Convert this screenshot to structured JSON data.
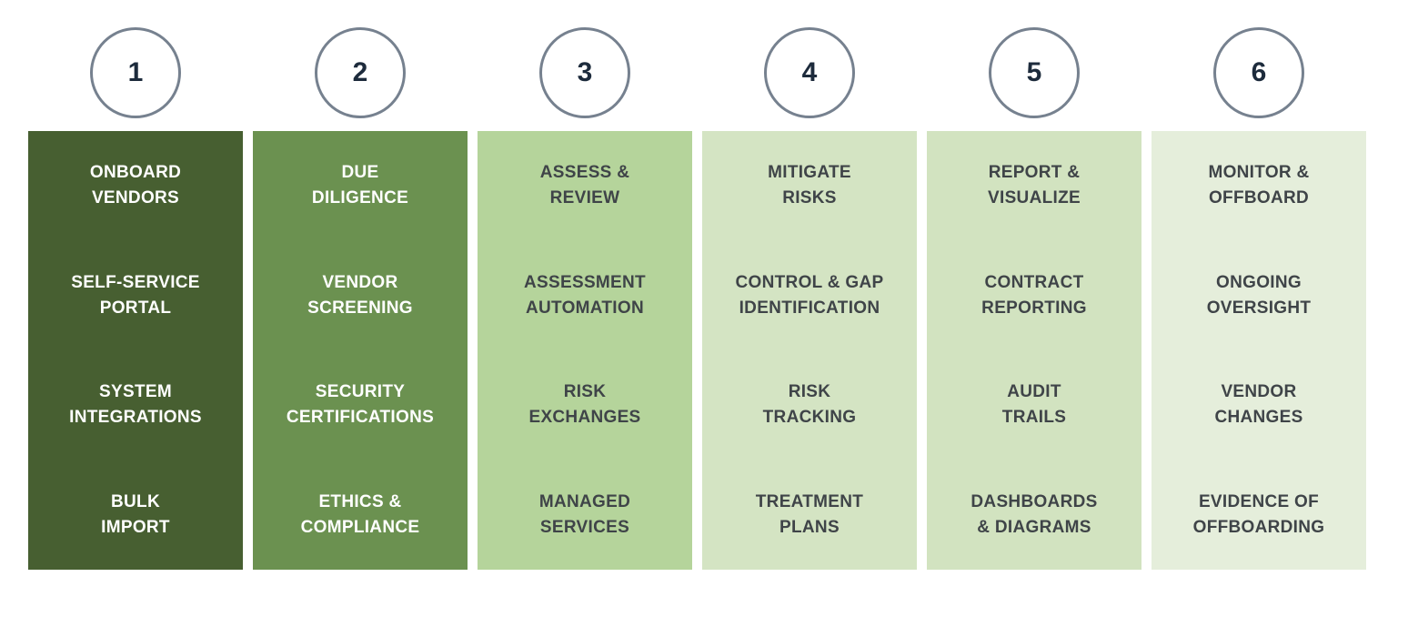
{
  "diagram": {
    "description": "Six-stage vendor risk management process diagram",
    "circle_border_color": "#76818F",
    "circle_fill_color": "#FFFFFF",
    "number_color": "#1D2B3C",
    "stages": [
      {
        "number": "1",
        "bg_color": "#475F31",
        "text_color": "#FFFFFF",
        "title": "ONBOARD\nVENDORS",
        "items": [
          "SELF-SERVICE\nPORTAL",
          "SYSTEM\nINTEGRATIONS",
          "BULK\nIMPORT"
        ]
      },
      {
        "number": "2",
        "bg_color": "#6B9150",
        "text_color": "#FFFFFF",
        "title": "DUE\nDILIGENCE",
        "items": [
          "VENDOR\nSCREENING",
          "SECURITY\nCERTIFICATIONS",
          "ETHICS &\nCOMPLIANCE"
        ]
      },
      {
        "number": "3",
        "bg_color": "#B5D49B",
        "text_color": "#3F4448",
        "title": "ASSESS &\nREVIEW",
        "items": [
          "ASSESSMENT\nAUTOMATION",
          "RISK\nEXCHANGES",
          "MANAGED\nSERVICES"
        ]
      },
      {
        "number": "4",
        "bg_color": "#D4E4C3",
        "text_color": "#3F4448",
        "title": "MITIGATE\nRISKS",
        "items": [
          "CONTROL & GAP\nIDENTIFICATION",
          "RISK\nTRACKING",
          "TREATMENT\nPLANS"
        ]
      },
      {
        "number": "5",
        "bg_color": "#D2E3C0",
        "text_color": "#3F4448",
        "title": "REPORT &\nVISUALIZE",
        "items": [
          "CONTRACT\nREPORTING",
          "AUDIT\nTRAILS",
          "DASHBOARDS\n& DIAGRAMS"
        ]
      },
      {
        "number": "6",
        "bg_color": "#E5EEDB",
        "text_color": "#3F4448",
        "title": "MONITOR &\nOFFBOARD",
        "items": [
          "ONGOING\nOVERSIGHT",
          "VENDOR\nCHANGES",
          "EVIDENCE OF\nOFFBOARDING"
        ]
      }
    ]
  }
}
